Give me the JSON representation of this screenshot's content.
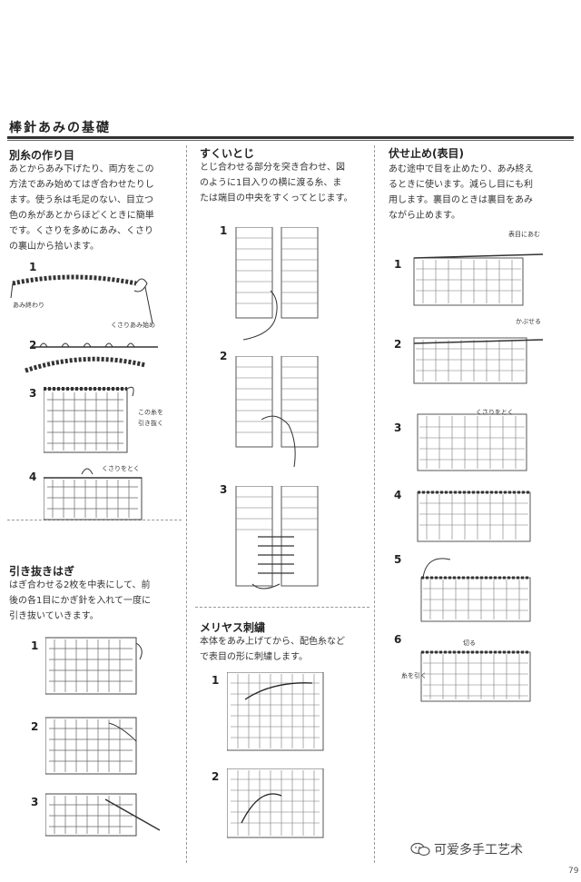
{
  "page": {
    "title": "棒針あみの基礎",
    "page_number": "79"
  },
  "sections": {
    "separate_yarn": {
      "heading": "別糸の作り目",
      "lines": [
        "あとからあみ下げたり、両方をこの",
        "方法であみ始めてはぎ合わせたりし",
        "ます。使う糸は毛足のない、目立つ",
        "色の糸があとからほどくときに簡単",
        "です。くさりを多めにあみ、くさり",
        "の裏山から拾います。"
      ],
      "steps": [
        "1",
        "2",
        "3",
        "4"
      ],
      "callouts": {
        "end": "あみ終わり",
        "chain_start": "くさりあみ始め",
        "pull_yarn": "この糸を引き抜く",
        "undo_chain": "くさりをとく"
      }
    },
    "pull_through": {
      "heading": "引き抜きはぎ",
      "lines": [
        "はぎ合わせる2枚を中表にして、前",
        "後の各1目にかぎ針を入れて一度に",
        "引き抜いていきます。"
      ],
      "steps": [
        "1",
        "2",
        "3"
      ]
    },
    "mattress": {
      "heading": "すくいとじ",
      "lines": [
        "とじ合わせる部分を突き合わせ、図",
        "のように1目入りの横に渡る糸、ま",
        "たは端目の中央をすくってとじます。"
      ],
      "steps": [
        "1",
        "2",
        "3"
      ]
    },
    "duplicate": {
      "heading": "メリヤス刺繍",
      "lines": [
        "本体をあみ上げてから、配色糸など",
        "で表目の形に刺繍します。"
      ],
      "steps": [
        "1",
        "2"
      ]
    },
    "bind_off": {
      "heading": "伏せ止め(表目)",
      "lines": [
        "あむ途中で目を止めたり、あみ終え",
        "るときに使います。減らし目にも利",
        "用します。裏目のときは裏目をあみ",
        "ながら止めます。"
      ],
      "steps": [
        "1",
        "2",
        "3",
        "4",
        "5",
        "6"
      ],
      "callouts": {
        "knit_front": "表目にあむ",
        "cover": "かぶせる",
        "undo_chain": "くさりをとく",
        "cut": "切る",
        "pull_yarn": "糸を引く"
      }
    }
  },
  "footer": {
    "brand": "可爱多手工艺术",
    "icon": "wechat-icon"
  }
}
